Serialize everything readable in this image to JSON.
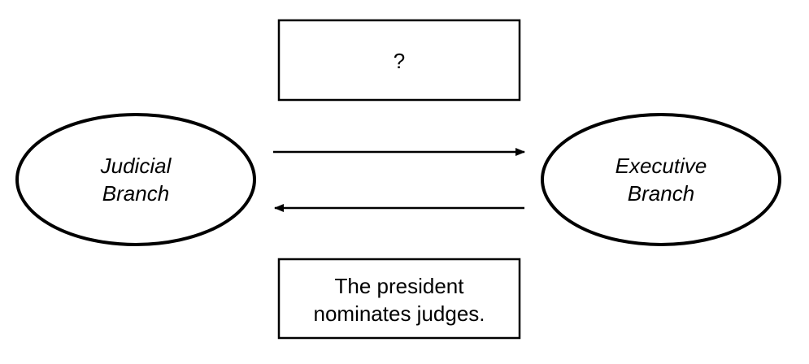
{
  "diagram": {
    "left_node": {
      "lines": [
        "Judicial",
        "Branch"
      ]
    },
    "right_node": {
      "lines": [
        "Executive",
        "Branch"
      ]
    },
    "top_box": {
      "lines": [
        "?"
      ]
    },
    "bottom_box": {
      "lines": [
        "The president",
        "nominates judges."
      ]
    },
    "arrows": {
      "upper": {
        "from": "left_node",
        "to": "right_node"
      },
      "lower": {
        "from": "right_node",
        "to": "left_node"
      }
    },
    "colors": {
      "stroke": "#000000",
      "background": "#ffffff"
    }
  }
}
